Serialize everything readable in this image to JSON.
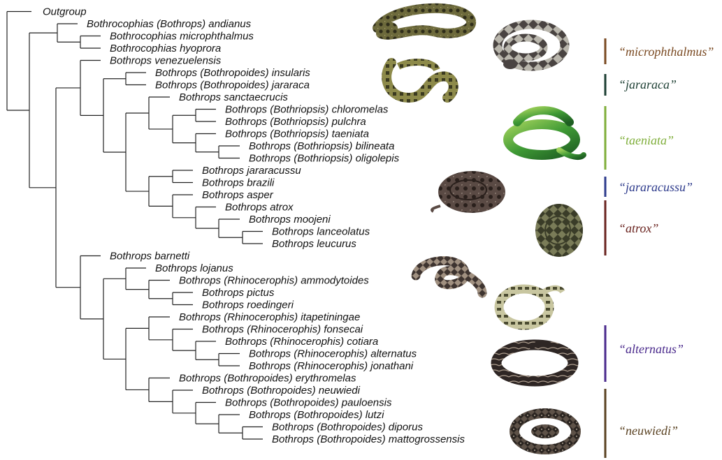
{
  "figure": {
    "taxa": [
      "Outgroup",
      "Bothrocophias (Bothrops) andianus",
      "Bothrocophias microphthalmus",
      "Bothrocophias hyoprora",
      "Bothrops venezuelensis",
      "Bothrops (Bothropoides) insularis",
      "Bothrops (Bothropoides) jararaca",
      "Bothrops sanctaecrucis",
      "Bothrops (Bothriopsis) chloromelas",
      "Bothrops (Bothriopsis) pulchra",
      "Bothrops (Bothriopsis) taeniata",
      "Bothrops (Bothriopsis) bilineata",
      "Bothrops (Bothriopsis) oligolepis",
      "Bothrops jararacussu",
      "Bothrops brazili",
      "Bothrops asper",
      "Bothrops atrox",
      "Bothrops moojeni",
      "Bothrops lanceolatus",
      "Bothrops leucurus",
      "Bothrops barnetti",
      "Bothrops lojanus",
      "Bothrops (Rhinocerophis) ammodytoides",
      "Bothrops pictus",
      "Bothrops roedingeri",
      "Bothrops (Rhinocerophis) itapetiningae",
      "Bothrops (Rhinocerophis) fonsecai",
      "Bothrops (Rhinocerophis) cotiara",
      "Bothrops (Rhinocerophis) alternatus",
      "Bothrops (Rhinocerophis) jonathani",
      "Bothrops (Bothropoides) erythromelas",
      "Bothrops (Bothropoides) neuwiedi",
      "Bothrops (Bothropoides) pauloensis",
      "Bothrops (Bothropoides) lutzi",
      "Bothrops (Bothropoides) diporus",
      "Bothrops (Bothropoides) mattogrossensis"
    ],
    "clades": [
      {
        "label": "“microphthalmus”",
        "color": "#7a4a22"
      },
      {
        "label": "“jararaca”",
        "color": "#1d3f33"
      },
      {
        "label": "“taeniata”",
        "color": "#7fae3a"
      },
      {
        "label": "“jararacussu”",
        "color": "#2e3b8c"
      },
      {
        "label": "“atrox”",
        "color": "#6a2420"
      },
      {
        "label": "“alternatus”",
        "color": "#4a2a8c"
      },
      {
        "label": "“neuwiedi”",
        "color": "#5a4222"
      }
    ],
    "snake_photos": [
      "snake-photo-andianus",
      "snake-photo-microphthalmus",
      "snake-photo-jararaca",
      "snake-photo-taeniata",
      "snake-photo-jararacussu",
      "snake-photo-atrox",
      "snake-photo-barnetti",
      "snake-photo-ammodytoides",
      "snake-photo-alternatus",
      "snake-photo-neuwiedi"
    ]
  }
}
